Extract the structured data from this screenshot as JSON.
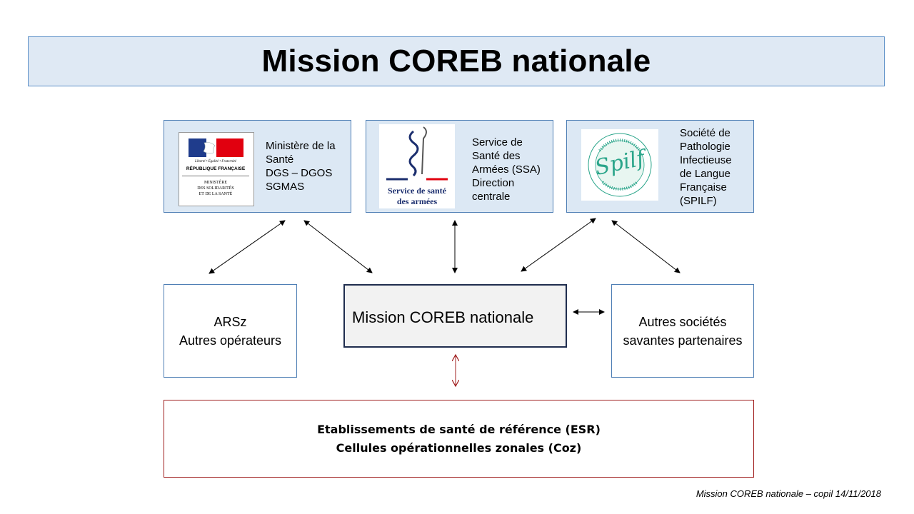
{
  "title": "Mission COREB nationale",
  "orgs": {
    "ministry": {
      "lines": [
        "Ministère de la",
        "Santé",
        "DGS – DGOS",
        "SGMAS"
      ],
      "logo": {
        "motto": "Liberté • Égalité • Fraternité",
        "republic": "RÉPUBLIQUE FRANÇAISE",
        "minister_lines": [
          "MINISTÈRE",
          "DES SOLIDARITÉS",
          "ET DE LA SANTÉ"
        ],
        "colors": {
          "blue": "#1f3c8c",
          "red": "#e1000f"
        }
      }
    },
    "ssa": {
      "lines": [
        "Service de",
        "Santé des",
        "Armées (SSA)",
        "Direction",
        "centrale"
      ],
      "logo": {
        "lines": [
          "Service de santé",
          "des armées"
        ],
        "color": "#1b2e6e",
        "accent": "#e1000f"
      }
    },
    "spilf": {
      "lines": [
        "Société de",
        "Pathologie",
        "Infectieuse",
        "de Langue",
        "Française",
        "(SPILF)"
      ],
      "logo": {
        "word": "Spilf",
        "ring_top": "SOCIÉTÉ DE PATHOLOGIE INFECTIEUSE",
        "ring_bottom": "DE LANGUE FRANÇAISE",
        "color": "#2aa58a"
      }
    }
  },
  "left_box": {
    "lines": [
      "ARSz",
      "Autres opérateurs"
    ]
  },
  "center_box": {
    "label": "Mission COREB nationale"
  },
  "right_box": {
    "lines": [
      "Autres sociétés",
      "savantes partenaires"
    ]
  },
  "esr_box": {
    "lines": [
      "Etablissements de santé de référence (ESR)",
      "Cellules opérationnelles zonales (Coz)"
    ]
  },
  "footer": "Mission COREB nationale – copil 14/11/2018",
  "colors": {
    "box_fill": "#dce8f4",
    "box_border": "#4f7fb5",
    "esr_border": "#a01f1f",
    "center_border": "#1f2d4e"
  }
}
